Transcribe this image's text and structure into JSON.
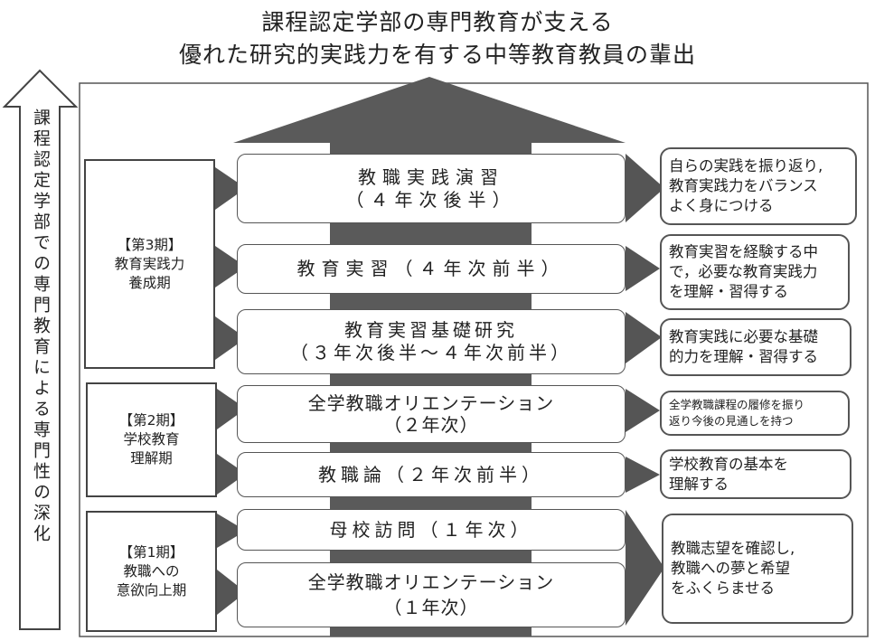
{
  "title": {
    "line1": "課程認定学部の専門教育が支える",
    "line2": "優れた研究的実践力を有する中等教育教員の輩出"
  },
  "side_arrow_label": "課程認定学部での専門教育による専門性の深化",
  "periods": [
    {
      "lines": [
        "【第3期】",
        "教育実践力",
        "養成期"
      ]
    },
    {
      "lines": [
        "【第2期】",
        "学校教育",
        "理解期"
      ]
    },
    {
      "lines": [
        "【第1期】",
        "教職への",
        "意欲向上期"
      ]
    }
  ],
  "courses": [
    {
      "lines": [
        "教職実践演習",
        "（４年次後半）"
      ]
    },
    {
      "lines": [
        "教育実習（４年次前半）"
      ]
    },
    {
      "lines": [
        "教育実習基礎研究",
        "（３年次後半～４年次前半）"
      ]
    },
    {
      "lines": [
        "全学教職オリエンテーション",
        "（２年次）"
      ]
    },
    {
      "lines": [
        "教職論（２年次前半）"
      ]
    },
    {
      "lines": [
        "母校訪問（１年次）"
      ]
    },
    {
      "lines": [
        "全学教職オリエンテーション",
        "（１年次）"
      ]
    }
  ],
  "notes": [
    {
      "lines": [
        "自らの実践を振り返り,",
        "教育実践力をバランス",
        "よく身につける"
      ]
    },
    {
      "lines": [
        "教育実習を経験する中",
        "で，必要な教育実践力",
        "を理解・習得する"
      ]
    },
    {
      "lines": [
        "教育実践に必要な基礎",
        "的力を理解・習得する"
      ]
    },
    {
      "lines": [
        "全学教職課程の履修を振り",
        "返り今後の見通しを持つ"
      ]
    },
    {
      "lines": [
        "学校教育の基本を",
        "理解する"
      ]
    },
    {
      "lines": [
        "教職志望を確認し,",
        "教職への夢と希望",
        "をふくらませる"
      ]
    }
  ],
  "colors": {
    "arrow_fill": "#5a5a5a",
    "connector": "#555555",
    "border": "#444444"
  }
}
